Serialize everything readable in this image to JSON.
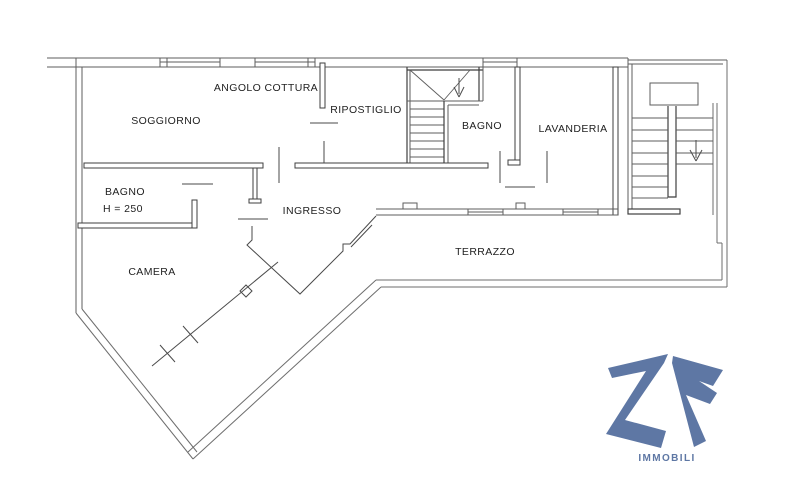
{
  "page": {
    "background": "#ffffff",
    "type": "floor-plan-drawing"
  },
  "floor_plan": {
    "rooms": {
      "soggiorno": "SOGGIORNO",
      "angolo_cottura": "ANGOLO COTTURA",
      "ripostiglio": "RIPOSTIGLIO",
      "bagno_top": "BAGNO",
      "lavanderia": "LAVANDERIA",
      "bagno_left": "BAGNO",
      "bagno_left_height": "H = 250",
      "ingresso": "INGRESSO",
      "camera": "CAMERA",
      "terrazzo": "TERRAZZO"
    },
    "symbols": {
      "internal_stair_arrow": "down-arrow",
      "external_stair_arrow": "down-arrow"
    },
    "colors": {
      "wall_line": "#5d5d5d",
      "wall_dark": "#3f3f3f",
      "label_text": "#1f1f1f"
    }
  },
  "logo": {
    "brand": "IMMOBILI",
    "mark": "zs-monogram",
    "color": "#5e77a4"
  }
}
